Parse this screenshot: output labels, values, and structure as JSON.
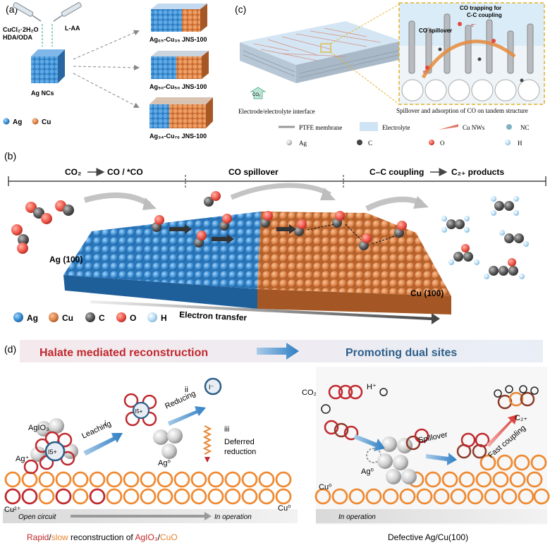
{
  "panel_a": {
    "label": "(a)",
    "reagent_left_line1": "CuCl₂·2H₂O",
    "reagent_left_line2": "HDA/ODA",
    "reagent_right": "L-AA",
    "seed_label": "Ag NCs",
    "products": [
      {
        "label": "Ag₆₅-Cu₃₅ JNS-100"
      },
      {
        "label": "Ag₅₀-Cu₅₀ JNS-100"
      },
      {
        "label": "Ag₃₄-Cu₇₆ JNS-100"
      }
    ],
    "legend": [
      {
        "label": "Ag",
        "color": "#3b8fd6"
      },
      {
        "label": "Cu",
        "color": "#e0864a"
      }
    ]
  },
  "panel_c": {
    "label": "(c)",
    "co2_tag": "CO₂",
    "caption_left": "Electrode/electrolyte interface",
    "caption_right": "Spillover and adsorption of CO on tandem structure",
    "zoom_title_line1": "CO trapping for",
    "zoom_title_line2": "C-C coupling",
    "zoom_spillover": "CO spillover",
    "electron_label": "e⁻",
    "legend_row1": [
      {
        "label": "PTFE membrane"
      },
      {
        "label": "Electrolyte"
      },
      {
        "label": "Cu NWs"
      },
      {
        "label": "NC"
      }
    ],
    "legend_row2": [
      {
        "label": "Ag",
        "color": "#bdbdbd"
      },
      {
        "label": "C",
        "color": "#444444"
      },
      {
        "label": "O",
        "color": "#e8453c"
      },
      {
        "label": "H",
        "color": "#a8dcf0"
      }
    ]
  },
  "panel_b": {
    "label": "(b)",
    "stage1_from": "CO₂",
    "stage1_to": "CO / *CO",
    "stage2": "CO spillover",
    "stage3_from": "C–C coupling",
    "stage3_to": "C₂₊ products",
    "ag_label": "Ag (100)",
    "cu_label": "Cu (100)",
    "electron_transfer": "Electron transfer",
    "legend": [
      {
        "label": "Ag",
        "color": "#3b8fd6"
      },
      {
        "label": "Cu",
        "color": "#e0864a"
      },
      {
        "label": "C",
        "color": "#5a5a5a"
      },
      {
        "label": "O",
        "color": "#f05a4c"
      },
      {
        "label": "H",
        "color": "#b9def5"
      }
    ]
  },
  "panel_d": {
    "label": "(d)",
    "left_title": "Halate mediated reconstruction",
    "right_title": "Promoting dual sites",
    "agio3": "AgIO₃",
    "i5_plus": "I5+",
    "ag_plus": "Ag⁺",
    "cu2_plus": "Cu²⁺",
    "cu0": "Cu⁰",
    "ag0": "Ag⁰",
    "iodide": "I⁻",
    "step_i": "i",
    "leaching": "Leaching",
    "step_ii": "ii",
    "reducing": "Reducing",
    "step_iii": "iii",
    "deferred_line1": "Deferred",
    "deferred_line2": "reduction",
    "open_circuit": "Open circuit",
    "in_operation": "In operation",
    "caption_rapid": "Rapid",
    "caption_slash1": "/",
    "caption_slow": "slow",
    "caption_mid": " reconstruction of ",
    "caption_agio3": "AgIO₃",
    "caption_slash2": "/",
    "caption_cuo": "CuO",
    "right_co2": "CO₂",
    "right_h": "H⁺",
    "spillover": "Spillover",
    "fast_coupling": "Fast coupling",
    "c2_plus": "C₂₊",
    "right_ag0": "Ag⁰",
    "right_cu0": "Cu⁰",
    "right_in_operation": "In operation",
    "caption_right": "Defective Ag/Cu(100)",
    "colors": {
      "rapid": "#c0282d",
      "slow": "#e8832f",
      "blue_title": "#2d5f8a"
    }
  }
}
